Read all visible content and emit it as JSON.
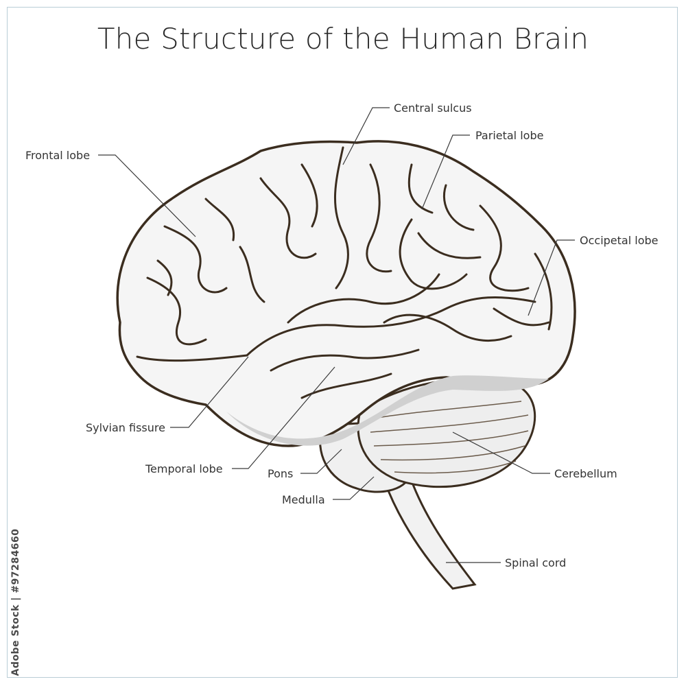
{
  "title": "The Structure of the Human Brain",
  "labels": {
    "frontal_lobe": "Frontal lobe",
    "central_sulcus": "Central sulcus",
    "parietal_lobe": "Parietal lobe",
    "occipital_lobe": "Occipetal lobe",
    "sylvian_fissure": "Sylvian fissure",
    "temporal_lobe": "Temporal lobe",
    "pons": "Pons",
    "medulla": "Medulla",
    "cerebellum": "Cerebellum",
    "spinal_cord": "Spinal cord"
  },
  "watermark": "Adobe Stock | #97284660",
  "colors": {
    "outline": "#3b2d1f",
    "brain_fill": "#f5f5f5",
    "brain_shadow": "#d0d0d0",
    "text": "#333333",
    "frame": "#b9cdd6"
  }
}
